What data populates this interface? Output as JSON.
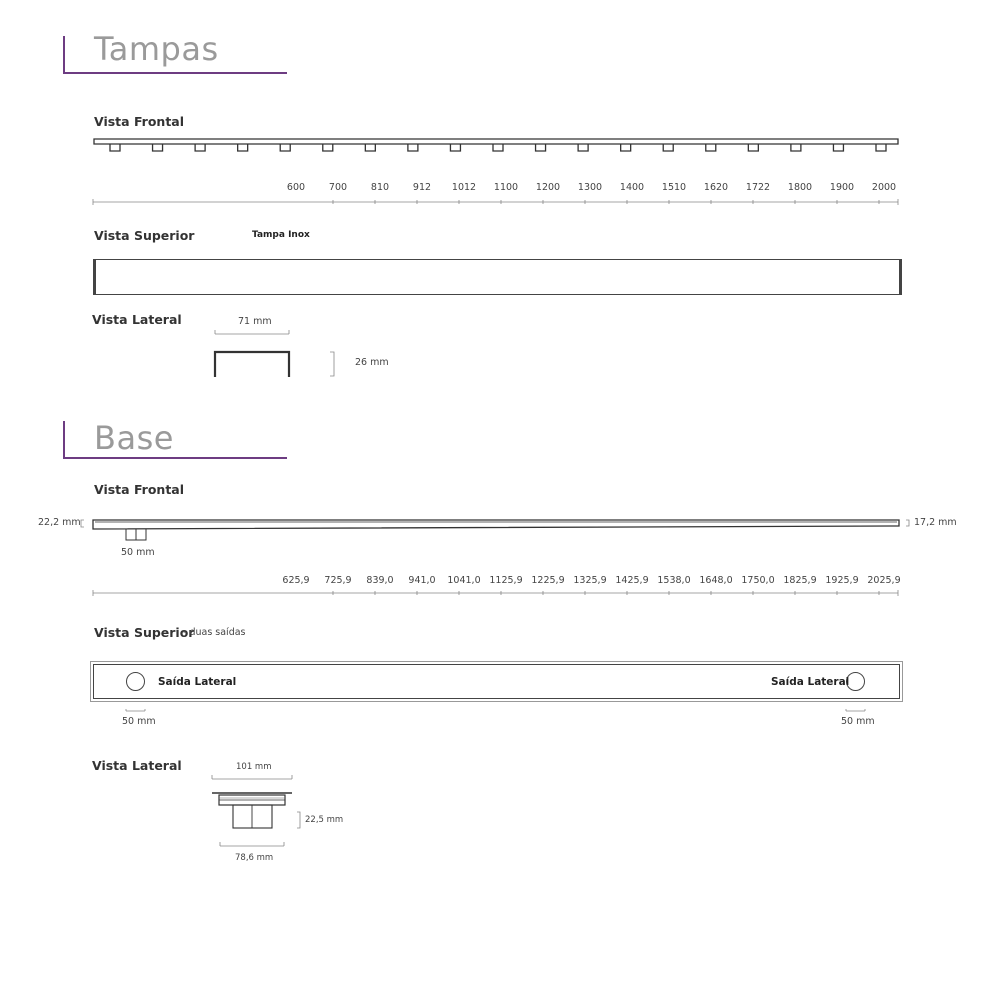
{
  "tampas": {
    "title": "Tampas",
    "frontal_label": "Vista Frontal",
    "lengths": [
      "600",
      "700",
      "810",
      "912",
      "1012",
      "1100",
      "1200",
      "1300",
      "1400",
      "1510",
      "1620",
      "1722",
      "1800",
      "1900",
      "2000"
    ],
    "superior_label": "Vista Superior",
    "superior_note": "Tampa  Inox",
    "lateral_label": "Vista Lateral",
    "lateral_width": "71 mm",
    "lateral_height": "26 mm"
  },
  "base": {
    "title": "Base",
    "frontal_label": "Vista Frontal",
    "left_height": "22,2 mm",
    "right_height": "17,2 mm",
    "outlet_width": "50 mm",
    "lengths": [
      "625,9",
      "725,9",
      "839,0",
      "941,0",
      "1041,0",
      "1125,9",
      "1225,9",
      "1325,9",
      "1425,9",
      "1538,0",
      "1648,0",
      "1750,0",
      "1825,9",
      "1925,9",
      "2025,9"
    ],
    "superior_label": "Vista Superior",
    "superior_note": "- duas saídas",
    "outlet_left_label": "Saída Lateral",
    "outlet_right_label": "Saída Lateral",
    "outlet_left_dim": "50 mm",
    "outlet_right_dim": "50 mm",
    "lateral_label": "Vista Lateral",
    "lateral_top_width": "101 mm",
    "lateral_height": "22,5 mm",
    "lateral_bottom_width": "78,6 mm"
  },
  "colors": {
    "accent": "#6d3c82",
    "line": "#333333",
    "tick": "#888888"
  }
}
